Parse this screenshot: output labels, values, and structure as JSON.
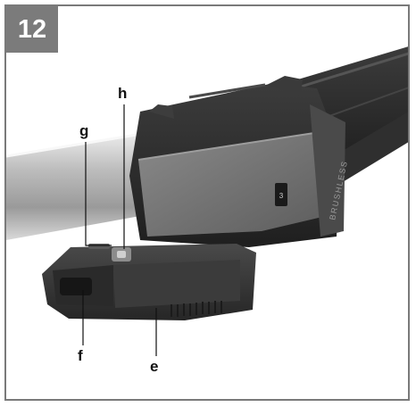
{
  "figure": {
    "number": "12",
    "callouts": {
      "e": "e",
      "f": "f",
      "g": "g",
      "h": "h"
    },
    "tool_side_text": "BRUSHLESS",
    "switch_glyph": "3"
  },
  "colors": {
    "frame": "#7a7a7a",
    "tab": "#7b7b7b",
    "housing_dark": "#2b2b2b",
    "housing_grey": "#6f6f6f",
    "battery": "#3a3a3a"
  }
}
